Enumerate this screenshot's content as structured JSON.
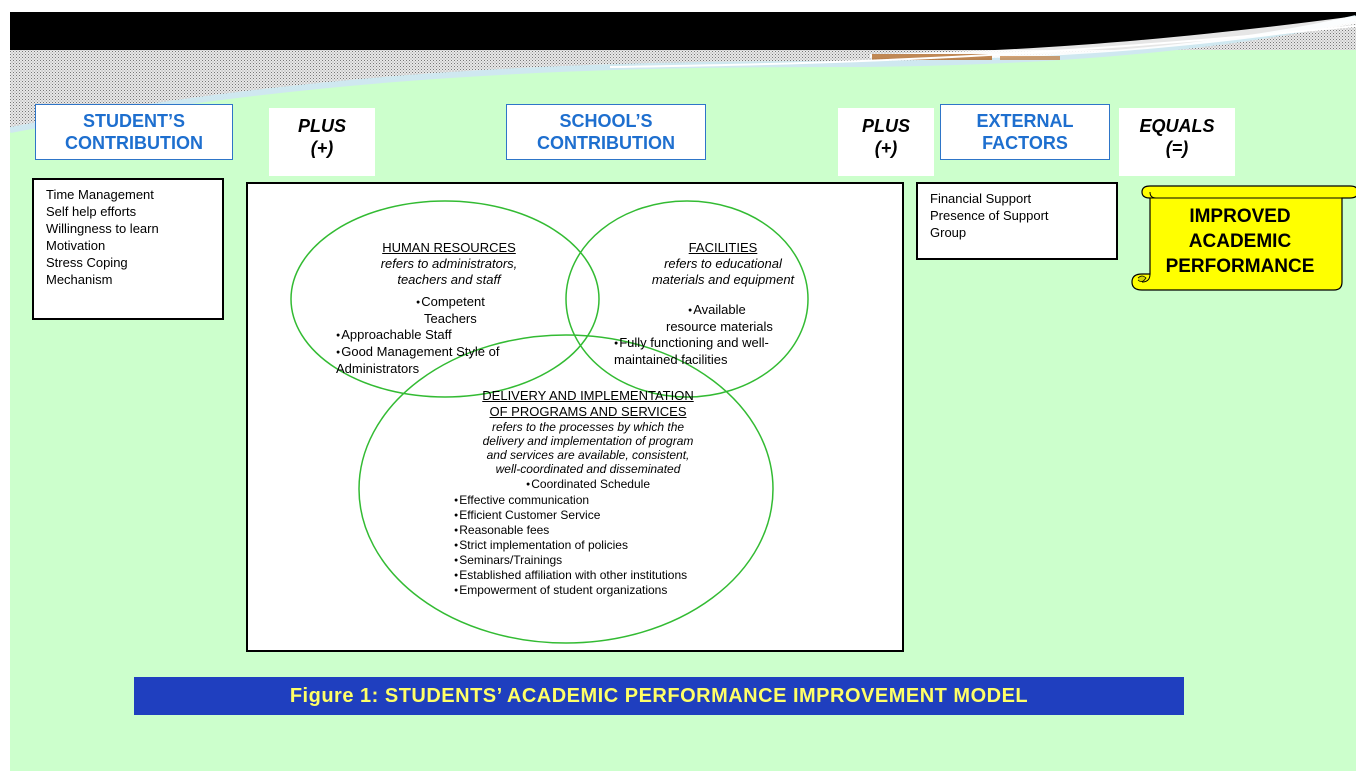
{
  "colors": {
    "background": "#ccffcc",
    "header_blue_text": "#1e6fcf",
    "caption_background": "#1f3fbf",
    "caption_text": "#ffff66",
    "scroll_fill": "#ffff00",
    "circle_stroke": "#33bb33"
  },
  "header": {
    "student": {
      "line1": "STUDENT’S",
      "line2": "CONTRIBUTION"
    },
    "plus1": {
      "line1": "PLUS",
      "line2": "(+)"
    },
    "school": {
      "line1": "SCHOOL’S",
      "line2": "CONTRIBUTION"
    },
    "plus2": {
      "line1": "PLUS",
      "line2": "(+)"
    },
    "external": {
      "line1": "EXTERNAL",
      "line2": "FACTORS"
    },
    "equals": {
      "line1": "EQUALS",
      "line2": "(=)"
    }
  },
  "student_contribution": {
    "items": [
      "Time Management",
      "Self help efforts",
      "Willingness to learn",
      "Motivation",
      "Stress Coping",
      "Mechanism"
    ]
  },
  "external_factors": {
    "items": [
      "Financial Support",
      "Presence of Support",
      "Group"
    ]
  },
  "human_resources": {
    "title": "HUMAN RESOURCES",
    "desc1": "refers to administrators,",
    "desc2": "teachers and staff",
    "b1a": "Competent",
    "b1b": "Teachers",
    "b2": "Approachable Staff",
    "b3a": "Good Management Style of",
    "b3b": "Administrators"
  },
  "facilities": {
    "title": "FACILITIES",
    "desc1": "refers to educational",
    "desc2": "materials and equipment",
    "b1a": "Available",
    "b1b": "resource materials",
    "b2a": "Fully functioning and well-",
    "b2b": "maintained facilities"
  },
  "delivery": {
    "title1": "DELIVERY AND IMPLEMENTATION",
    "title2": "OF PROGRAMS AND SERVICES",
    "desc": [
      "refers to the processes by which the",
      "delivery and implementation of program",
      "and services are available, consistent,",
      "well-coordinated and disseminated"
    ],
    "first_item": "Coordinated Schedule",
    "items": [
      "Effective communication",
      "Efficient Customer Service",
      "Reasonable fees",
      "Strict implementation of policies",
      "Seminars/Trainings",
      "Established affiliation with other institutions",
      "Empowerment of student organizations"
    ]
  },
  "result": {
    "line1": "IMPROVED",
    "line2": "ACADEMIC",
    "line3": "PERFORMANCE"
  },
  "caption": "Figure 1: STUDENTS’ ACADEMIC PERFORMANCE IMPROVEMENT MODEL"
}
